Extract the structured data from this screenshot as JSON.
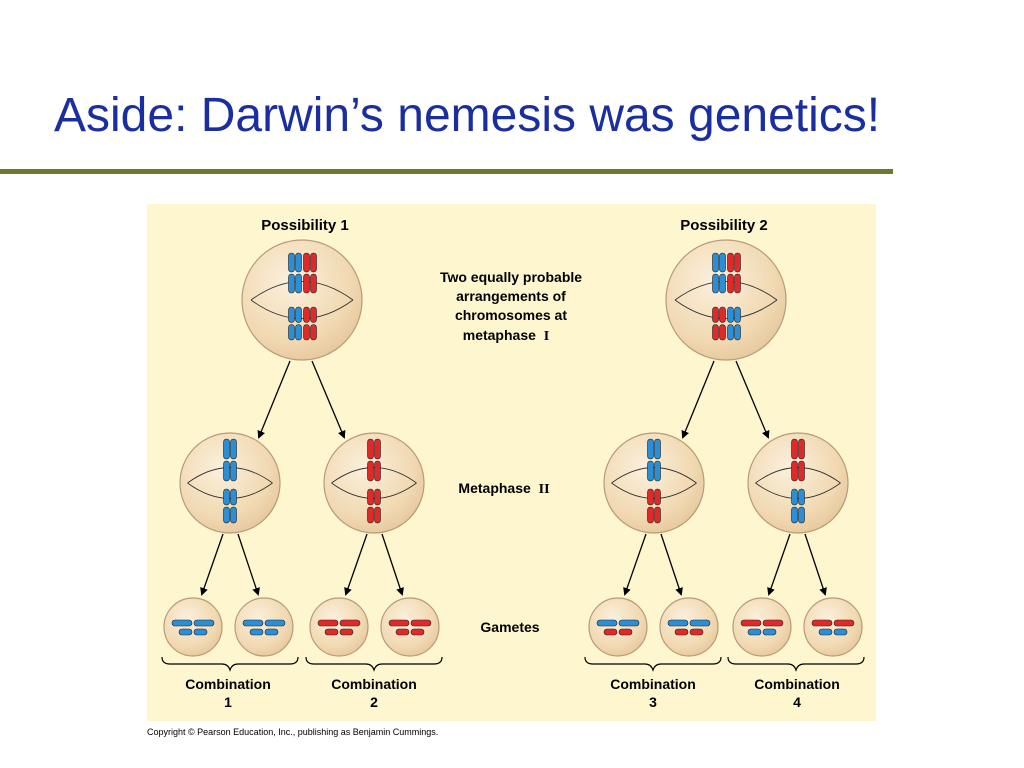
{
  "slide": {
    "title": "Aside: Darwin’s nemesis was genetics!",
    "rule_color": "#6b7b2b",
    "title_color": "#1a2ea0"
  },
  "figure": {
    "background": "#fdf6cf",
    "colors": {
      "maternal": "#2a8fd6",
      "paternal": "#e02a2a",
      "cell": "#f3ddb8",
      "cell_edge": "#b89a78"
    },
    "possibility_1": "Possibility 1",
    "possibility_2": "Possibility 2",
    "center_note_lines": [
      "Two equally probable",
      "arrangements of",
      "chromosomes at",
      "metaphase"
    ],
    "metaphase_i_numeral": "I",
    "metaphase_ii_label": "Metaphase",
    "metaphase_ii_numeral": "II",
    "gametes_label": "Gametes",
    "combinations": [
      {
        "label": "Combination",
        "number": "1"
      },
      {
        "label": "Combination",
        "number": "2"
      },
      {
        "label": "Combination",
        "number": "3"
      },
      {
        "label": "Combination",
        "number": "4"
      }
    ]
  },
  "copyright": "Copyright © Pearson Education, Inc., publishing as Benjamin Cummings."
}
